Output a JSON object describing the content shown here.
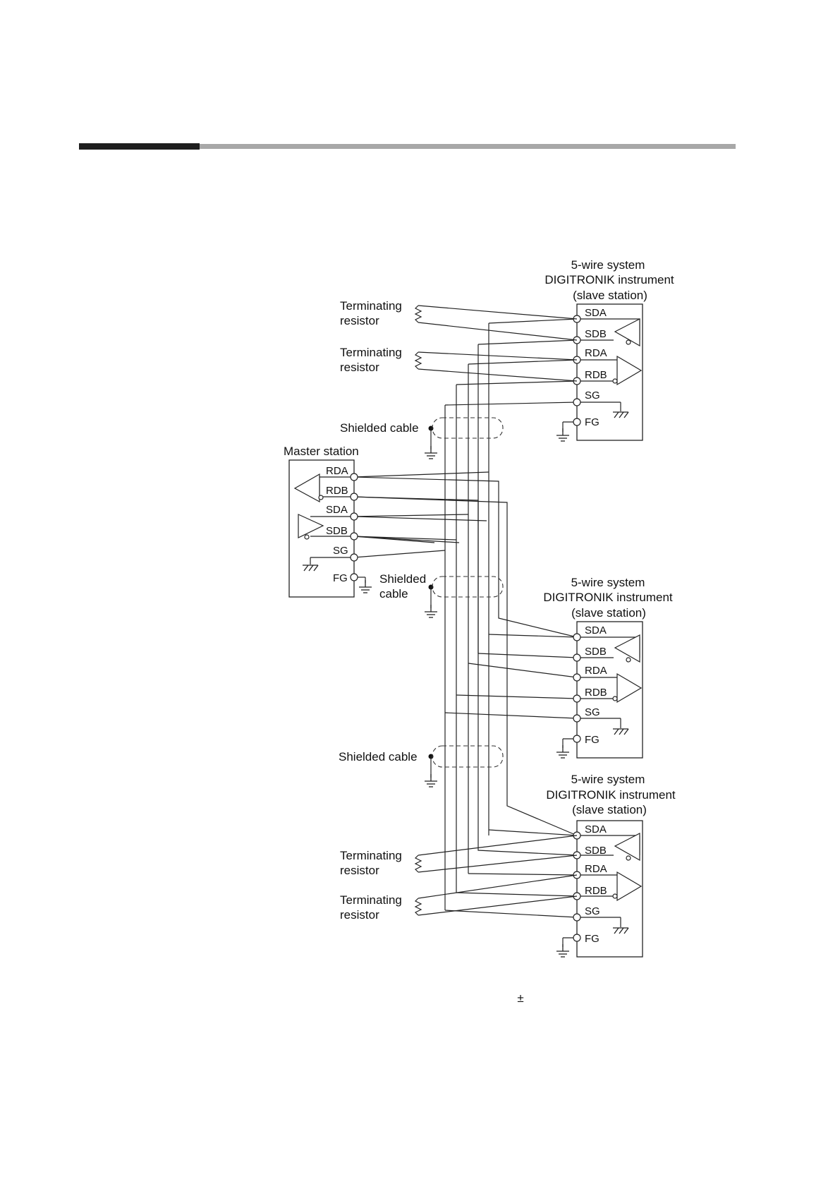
{
  "slave_stations": [
    {
      "title_line1": "5-wire system",
      "title_line2": "DIGITRONIK instrument",
      "title_line3": "(slave station)",
      "pins": [
        "SDA",
        "SDB",
        "RDA",
        "RDB",
        "SG",
        "FG"
      ]
    },
    {
      "title_line1": "5-wire system",
      "title_line2": "DIGITRONIK instrument",
      "title_line3": "(slave station)",
      "pins": [
        "SDA",
        "SDB",
        "RDA",
        "RDB",
        "SG",
        "FG"
      ]
    },
    {
      "title_line1": "5-wire system",
      "title_line2": "DIGITRONIK instrument",
      "title_line3": "(slave station)",
      "pins": [
        "SDA",
        "SDB",
        "RDA",
        "RDB",
        "SG",
        "FG"
      ]
    }
  ],
  "master_station": {
    "title": "Master station",
    "pins": [
      "RDA",
      "RDB",
      "SDA",
      "SDB",
      "SG",
      "FG"
    ]
  },
  "terminating_resistor": {
    "line1": "Terminating",
    "line2": "resistor"
  },
  "shielded_cable": {
    "label": "Shielded cable",
    "line1": "Shielded",
    "line2": "cable"
  },
  "footer": {
    "symbol": "±"
  }
}
